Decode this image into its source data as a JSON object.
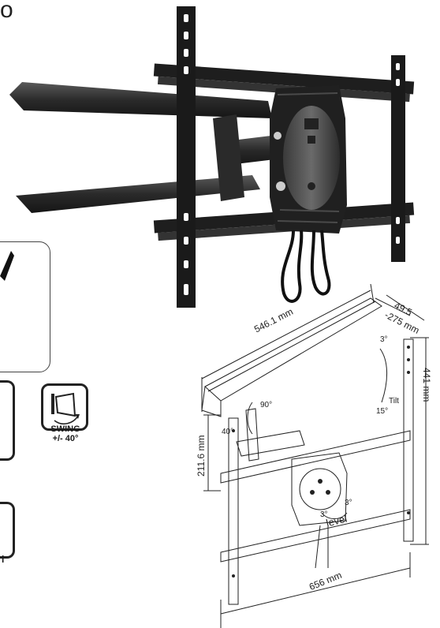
{
  "corner_text": "o",
  "icons": {
    "swing": {
      "title": "SWING",
      "range": "+/- 40°"
    }
  },
  "dimensions": {
    "arm_length": "546.1 mm",
    "depth_min": "49.5",
    "depth_max": "-275 mm",
    "height": "441 mm",
    "width": "656 mm",
    "plate_height": "211.6 mm"
  },
  "angles": {
    "rotation_90": "90°",
    "rotation_40": "40°",
    "tilt_up": "3°",
    "tilt_label": "Tilt",
    "tilt_down": "15°",
    "level_left": "3°",
    "level_right": "3°",
    "level_label": "level"
  },
  "partial_text": "i"
}
